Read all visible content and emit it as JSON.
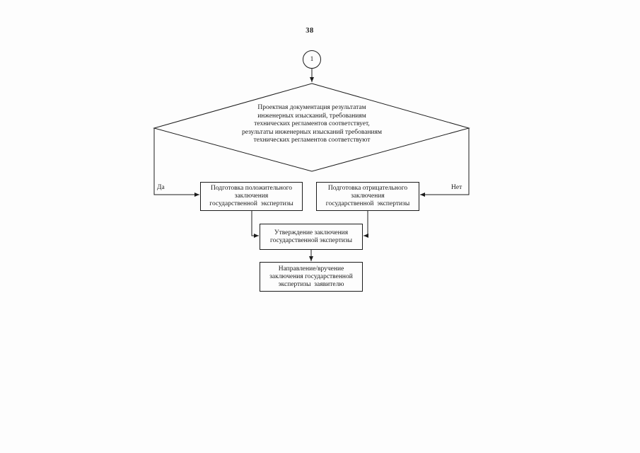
{
  "page": {
    "number": "38"
  },
  "flowchart": {
    "connector_label": "1",
    "decision_text": "Проектная документация результатам\nинженерных изысканий, требованиям\nтехнических регламентов соответствует,\nрезультаты инженерных изысканий требованиям\nтехнических регламентов соответствуют",
    "yes_label": "Да",
    "no_label": "Нет",
    "nodes": {
      "positive": "Подготовка положительного\nзаключения\nгосударственной  экспертизы",
      "negative": "Подготовка отрицательного\nзаключения\nгосударственной  экспертизы",
      "approve": "Утверждение заключения\nгосударственной экспертизы",
      "deliver": "Направление/вручение\nзаключения государственной\nэкспертизы  заявителю"
    },
    "colors": {
      "ink": "#1c1c1c",
      "paper": "#fdfdfd"
    }
  }
}
